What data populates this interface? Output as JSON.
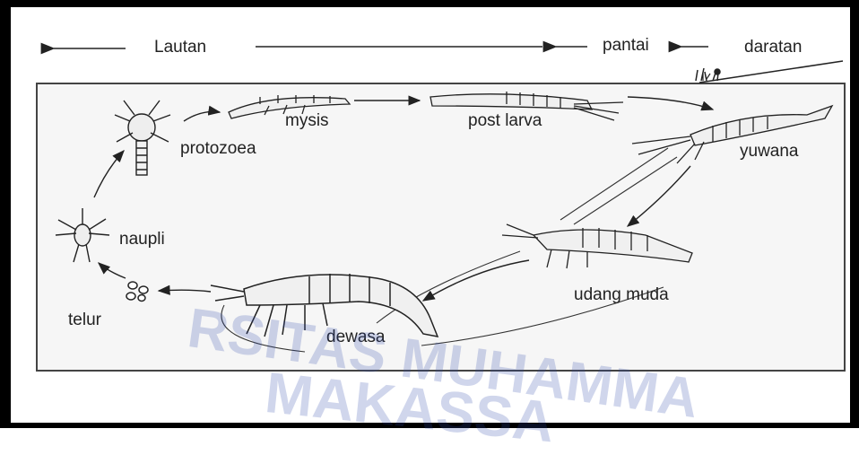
{
  "zones": {
    "sea": "Lautan",
    "coast": "pantai",
    "land": "daratan"
  },
  "stages": {
    "mysis": "mysis",
    "post_larva": "post larva",
    "protozoea": "protozoea",
    "juvenile": "yuwana",
    "nauplius": "naupli",
    "young_shrimp": "udang muda",
    "egg": "telur",
    "adult": "dewasa"
  },
  "watermark": {
    "line1": "RSITAS MUHAMMA",
    "line2": "MAKASSA"
  },
  "colors": {
    "frame": "#000000",
    "ink": "#222222",
    "watermark": "#2846aa"
  }
}
